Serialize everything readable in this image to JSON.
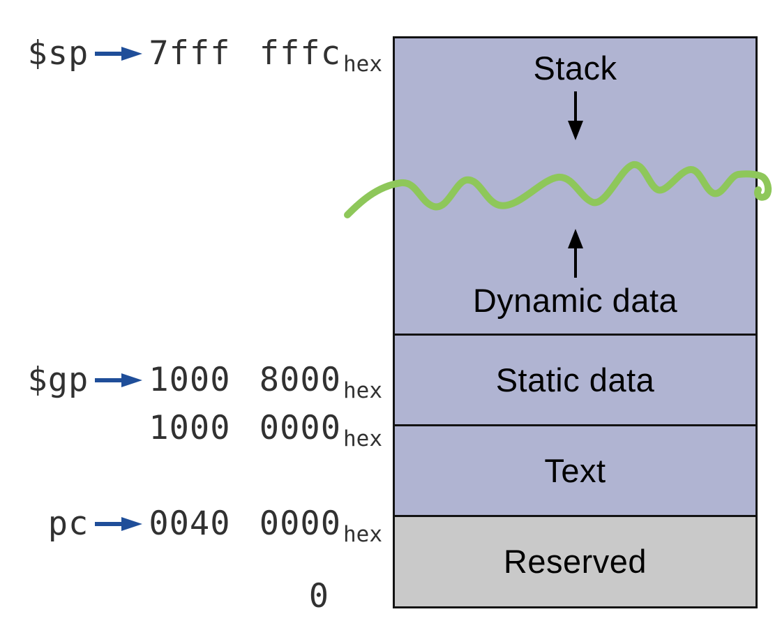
{
  "colors": {
    "segment_fill": "#b0b4d2",
    "reserved_fill": "#c9c9c9",
    "border_black": "#121212",
    "squiggle_green": "#8ec75a",
    "pointer_arrow_blue": "#1f4e99",
    "left_text": "#313131"
  },
  "segments": {
    "stack": "Stack",
    "dynamic": "Dynamic data",
    "static": "Static data",
    "text": "Text",
    "reserved": "Reserved"
  },
  "pointers": {
    "sp": {
      "register": "$sp",
      "address": "7fff fffc",
      "sub": "hex"
    },
    "gp": {
      "register": "$gp",
      "address": "1000 8000",
      "sub": "hex"
    },
    "static_base": {
      "address": "1000 0000",
      "sub": "hex"
    },
    "pc": {
      "register": "pc",
      "address": "0040 0000",
      "sub": "hex"
    },
    "zero": {
      "address": "0"
    }
  },
  "icons": {
    "pointer_arrow": "right-arrow",
    "stack_growth": "down-arrow",
    "heap_growth": "up-arrow",
    "divider": "green-squiggle"
  }
}
